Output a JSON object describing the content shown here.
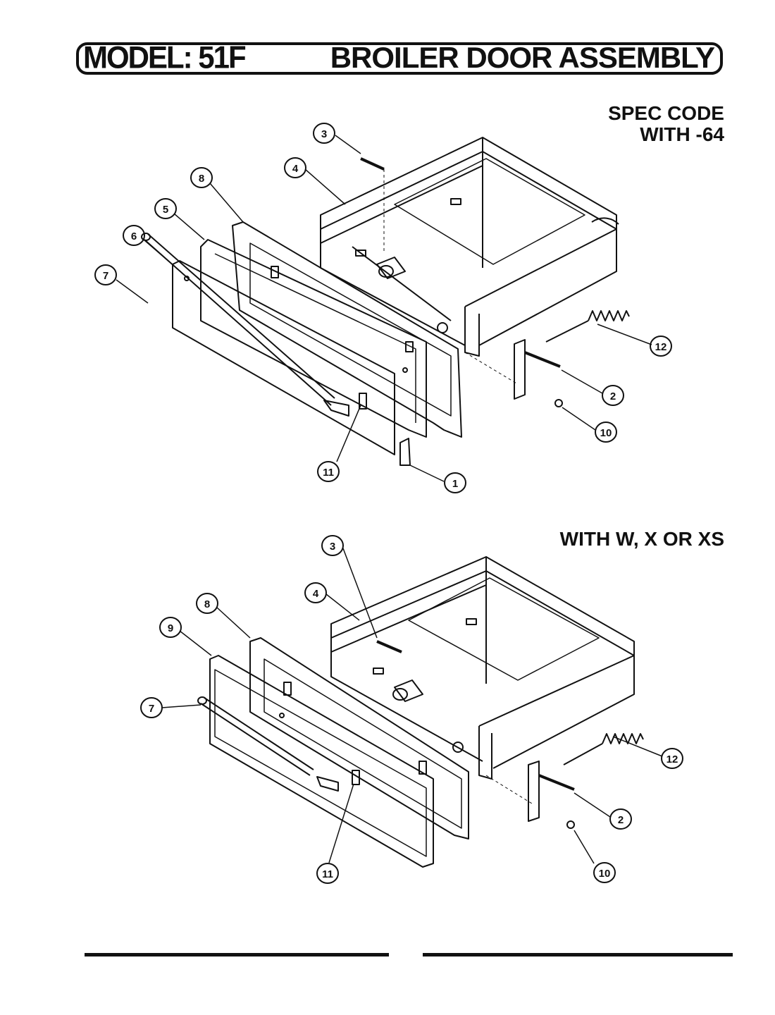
{
  "header": {
    "model": "MODEL: 51F",
    "title": "BROILER DOOR ASSEMBLY"
  },
  "sections": [
    {
      "label_line1": "SPEC CODE",
      "label_line2": "WITH -64",
      "callouts": [
        "3",
        "4",
        "8",
        "5",
        "6",
        "7",
        "11",
        "1",
        "12",
        "2",
        "10"
      ]
    },
    {
      "label_line1": "WITH W, X OR XS",
      "label_line2": "",
      "callouts": [
        "3",
        "4",
        "8",
        "9",
        "7",
        "11",
        "12",
        "2",
        "10"
      ]
    }
  ]
}
